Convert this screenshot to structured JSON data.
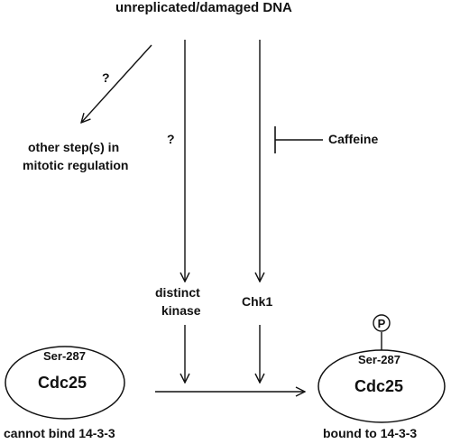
{
  "diagram": {
    "top_label": "unreplicated/damaged DNA",
    "question_mark_left": "?",
    "question_mark_middle": "?",
    "other_steps_line1": "other step(s) in",
    "other_steps_line2": "mitotic regulation",
    "caffeine": "Caffeine",
    "distinct_kinase_line1": "distinct",
    "distinct_kinase_line2": "kinase",
    "chk1": "Chk1",
    "left_ellipse": {
      "site": "Ser-287",
      "protein": "Cdc25",
      "caption": "cannot bind 14-3-3"
    },
    "right_ellipse": {
      "site": "Ser-287",
      "protein": "Cdc25",
      "caption": "bound to 14-3-3",
      "phospho": "P"
    }
  }
}
